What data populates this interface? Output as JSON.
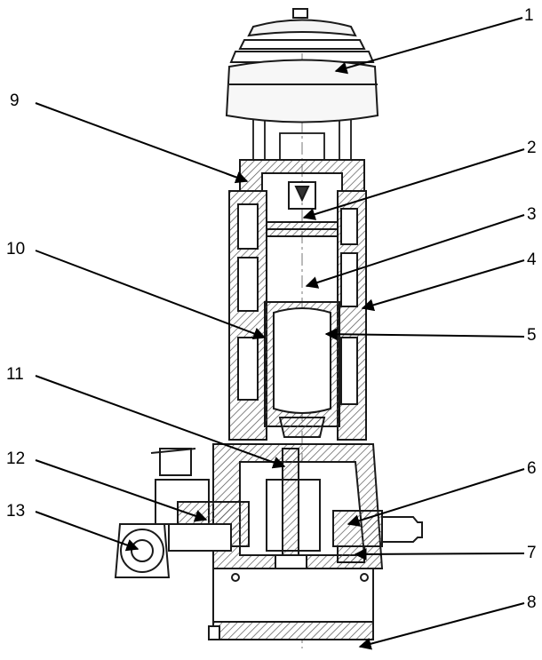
{
  "diagram": {
    "colors": {
      "ink": "#1a1a1a",
      "hatch": "#555555",
      "background": "#ffffff"
    },
    "callouts": [
      {
        "id": "c1",
        "label": "1"
      },
      {
        "id": "c2",
        "label": "2"
      },
      {
        "id": "c3",
        "label": "3"
      },
      {
        "id": "c4",
        "label": "4"
      },
      {
        "id": "c5",
        "label": "5"
      },
      {
        "id": "c6",
        "label": "6"
      },
      {
        "id": "c7",
        "label": "7"
      },
      {
        "id": "c8",
        "label": "8"
      },
      {
        "id": "c9",
        "label": "9"
      },
      {
        "id": "c10",
        "label": "10"
      },
      {
        "id": "c11",
        "label": "11"
      },
      {
        "id": "c12",
        "label": "12"
      },
      {
        "id": "c13",
        "label": "13"
      }
    ]
  }
}
